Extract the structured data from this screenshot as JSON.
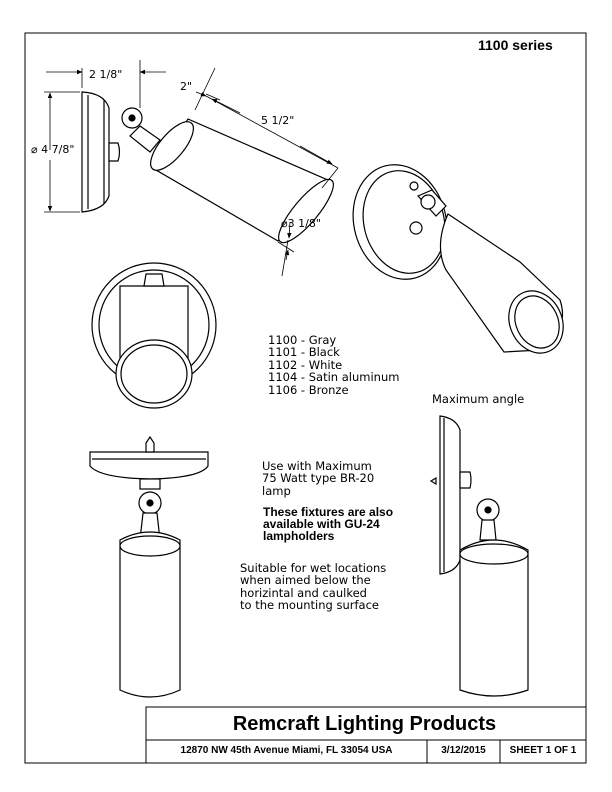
{
  "header": {
    "series": "1100 series"
  },
  "dimensions": {
    "mount_depth": "2 1/8\"",
    "arm_offset": "2\"",
    "body_length": "5 1/2\"",
    "canopy_diameter": "⌀ 4 7/8\"",
    "body_diameter": "⌀3 1/8\""
  },
  "models": [
    "1100 - Gray",
    "1101 - Black",
    "1102 - White",
    "1104 - Satin aluminum",
    "1106 - Bronze"
  ],
  "max_angle_label": "Maximum angle",
  "notes": {
    "lamp": "Use with Maximum\n75 Watt type BR-20\nlamp",
    "gu24": "These fixtures are also\navailable with GU-24\nlampholders",
    "wet": "Suitable for wet locations\nwhen aimed below the\nhorizintal and caulked\nto the mounting surface"
  },
  "title_block": {
    "company": "Remcraft Lighting Products",
    "address": "12870 NW 45th Avenue Miami, FL 33054  USA",
    "date": "3/12/2015",
    "sheet": "SHEET 1 OF 1"
  }
}
